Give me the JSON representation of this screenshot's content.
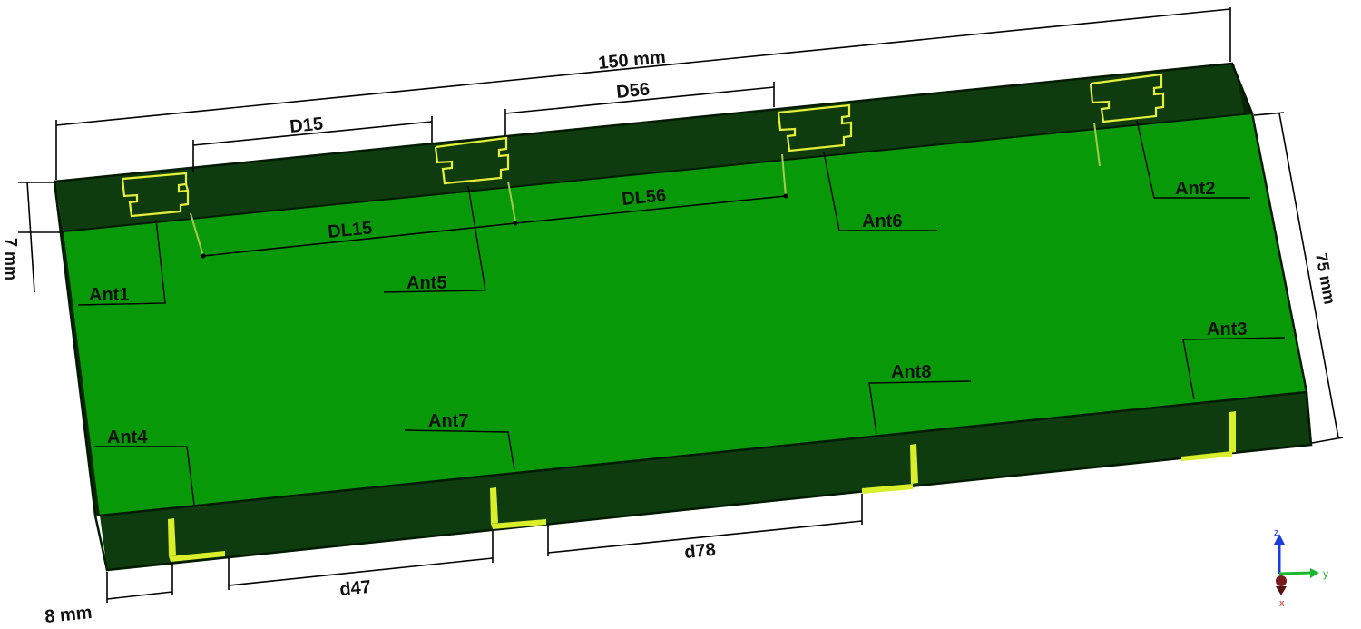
{
  "labels": {
    "length": "150 mm",
    "width": "75 mm",
    "height": "7 mm",
    "edge": "8 mm",
    "d15": "D15",
    "d56": "D56",
    "dl15": "DL15",
    "dl56": "DL56",
    "d47": "d47",
    "d78": "d78"
  },
  "antennas": [
    "Ant1",
    "Ant2",
    "Ant3",
    "Ant4",
    "Ant5",
    "Ant6",
    "Ant7",
    "Ant8"
  ],
  "axes": {
    "x": "x",
    "y": "y",
    "z": "z"
  },
  "colors": {
    "board": "#089908",
    "wall": "#0e3c0e",
    "edge": "#062406",
    "antenna": "#e6ef3a"
  }
}
